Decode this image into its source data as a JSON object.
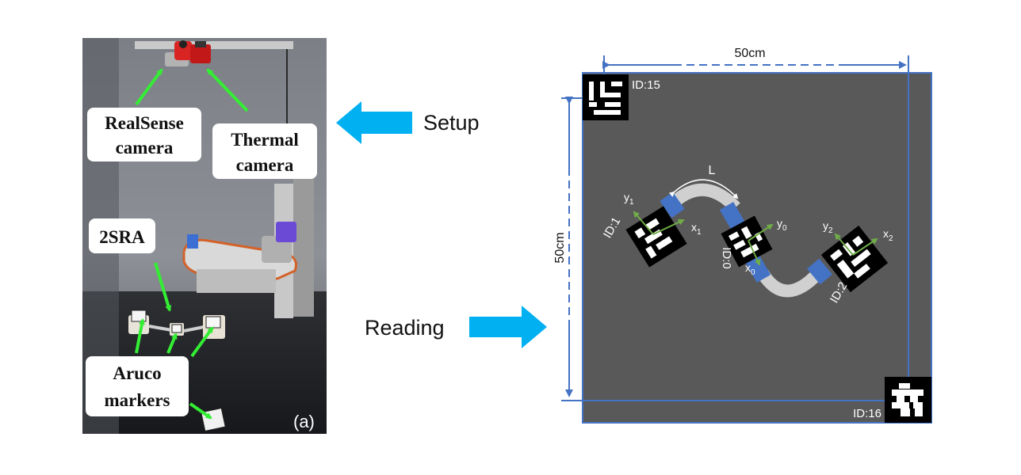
{
  "photo": {
    "labels": {
      "realsense_line1": "RealSense",
      "realsense_line2": "camera",
      "thermal_line1": "Thermal",
      "thermal_line2": "camera",
      "robot": "2SRA",
      "aruco_line1": "Aruco",
      "aruco_line2": "markers",
      "panel_tag": "(a)"
    }
  },
  "flow": {
    "setup_label": "Setup",
    "reading_label": "Reading",
    "arrow_color": "#00b0f0"
  },
  "schematic": {
    "width_dim_label": "50cm",
    "height_dim_label": "50cm",
    "corner_markers": {
      "top_left": "ID:15",
      "bottom_right": "ID:16"
    },
    "robot_markers": {
      "marker_1": "ID:1",
      "marker_0": "ID:0",
      "marker_2": "ID:2"
    },
    "segment_length_label": "L",
    "axes": {
      "y1_main": "y",
      "y1_sub": "1",
      "x1_main": "x",
      "x1_sub": "1",
      "y0_main": "y",
      "y0_sub": "0",
      "x0_main": "x",
      "x0_sub": "0",
      "y2_main": "y",
      "y2_sub": "2",
      "x2_main": "x",
      "x2_sub": "2"
    },
    "colors": {
      "board": "#595959",
      "frame_lines": "#4472c4",
      "segment_blue": "#4472c4",
      "soft_link": "#d0d0d0",
      "tab": "#f4b183",
      "axis_green": "#70ad47"
    }
  }
}
